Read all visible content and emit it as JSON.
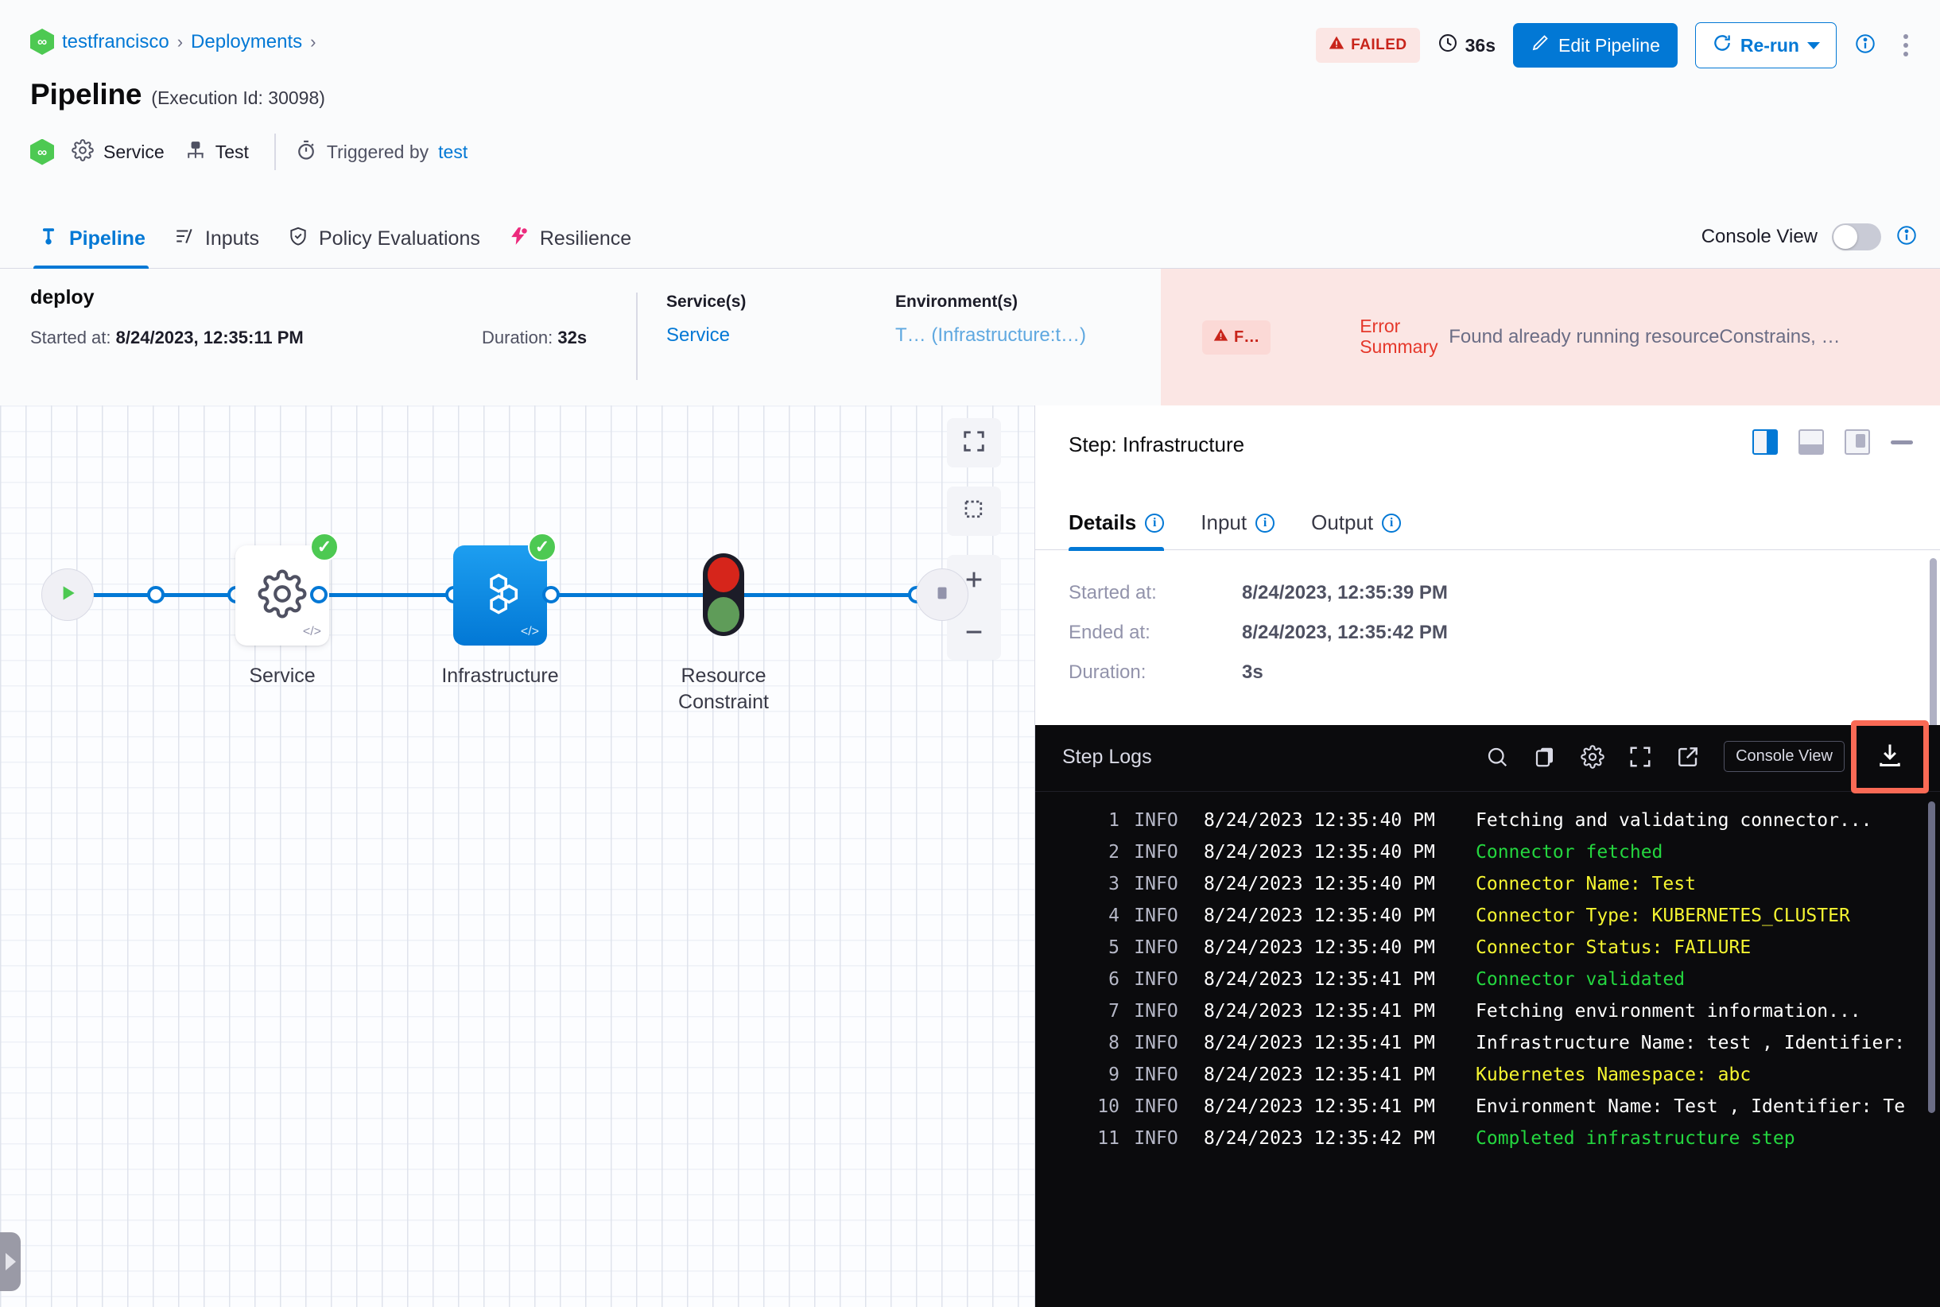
{
  "header": {
    "breadcrumb": [
      {
        "label": "testfrancisco",
        "icon": "harness-hex-icon"
      },
      {
        "label": "Deployments"
      }
    ],
    "separator": "›",
    "title": "Pipeline",
    "execution_id_text": "(Execution Id: 30098)",
    "meta": {
      "service_label": "Service",
      "service_icon": "gear-icon",
      "env_label": "Test",
      "env_icon": "infrastructure-icon",
      "trigger_icon": "stopwatch-icon",
      "trigger_prefix": "Triggered by",
      "trigger_user": "test"
    },
    "status_badge": {
      "label": "FAILED",
      "icon": "warning-triangle-icon",
      "color": "#c8241a",
      "bg": "#fbe6e4"
    },
    "duration": {
      "value": "36s",
      "icon": "clock-icon"
    },
    "edit_button": {
      "label": "Edit Pipeline",
      "icon": "pencil-icon",
      "color": "#0278d5"
    },
    "rerun_button": {
      "label": "Re-run",
      "icon": "refresh-icon"
    },
    "info_icon": "info-circle-icon",
    "more_icon": "kebab-menu-icon"
  },
  "tabs": [
    {
      "label": "Pipeline",
      "icon": "pipeline-icon",
      "active": true
    },
    {
      "label": "Inputs",
      "icon": "inputs-icon",
      "active": false
    },
    {
      "label": "Policy Evaluations",
      "icon": "shield-check-icon",
      "active": false
    },
    {
      "label": "Resilience",
      "icon": "resilience-icon",
      "active": false
    }
  ],
  "console_view": {
    "label": "Console View",
    "enabled": false,
    "info_icon": "info-circle-icon"
  },
  "stage": {
    "name": "deploy",
    "started_label": "Started at:",
    "started_value": "8/24/2023, 12:35:11 PM",
    "duration_label": "Duration:",
    "duration_value": "32s",
    "services_header": "Service(s)",
    "services_value": "Service",
    "environments_header": "Environment(s)",
    "environments_value": "T… (Infrastructure:t…)",
    "error": {
      "badge": "F…",
      "badge_icon": "warning-triangle-icon",
      "label": "Error Summary",
      "text": "Found already running resourceConstrains, …"
    }
  },
  "canvas": {
    "controls": [
      {
        "name": "fit-to-screen-button",
        "icon": "expand-corners-icon"
      },
      {
        "name": "zoom-to-selection-button",
        "icon": "dashed-square-icon"
      },
      {
        "name": "zoom-in-button",
        "icon": "plus-icon"
      },
      {
        "name": "zoom-out-button",
        "icon": "minus-icon"
      }
    ],
    "nodes": [
      {
        "label": "Service",
        "type": "gear",
        "status": "success"
      },
      {
        "label": "Infrastructure",
        "type": "infrastructure",
        "status": "success",
        "selected": true
      },
      {
        "label": "Resource\nConstraint",
        "type": "traffic-light",
        "status": "none"
      }
    ],
    "start_icon": "play-icon",
    "end_icon": "stop-icon",
    "drawer_handle_icon": "chevron-right-icon"
  },
  "step_panel": {
    "title": "Step: Infrastructure",
    "layout_icons": [
      {
        "name": "layout-right-split-icon",
        "active": true
      },
      {
        "name": "layout-bottom-split-icon",
        "active": false
      },
      {
        "name": "layout-float-icon",
        "active": false
      }
    ],
    "minimize_icon": "minimize-icon",
    "tabs": [
      {
        "label": "Details",
        "active": true,
        "info_icon": "info-circle-icon"
      },
      {
        "label": "Input",
        "active": false,
        "info_icon": "info-circle-icon"
      },
      {
        "label": "Output",
        "active": false,
        "info_icon": "info-circle-icon"
      }
    ],
    "details": [
      {
        "key": "Started at:",
        "value": "8/24/2023, 12:35:39 PM"
      },
      {
        "key": "Ended at:",
        "value": "8/24/2023, 12:35:42 PM"
      },
      {
        "key": "Duration:",
        "value": "3s"
      }
    ]
  },
  "logs": {
    "title": "Step Logs",
    "tools": [
      {
        "name": "search-icon"
      },
      {
        "name": "copy-icon"
      },
      {
        "name": "settings-gear-icon"
      },
      {
        "name": "fullscreen-icon"
      },
      {
        "name": "open-external-icon"
      }
    ],
    "console_view_pill": "Console View",
    "download_button": {
      "name": "download-icon",
      "highlighted": true,
      "highlight_color": "#fa6a55"
    },
    "lines": [
      {
        "n": "1",
        "level": "INFO",
        "ts": "8/24/2023 12:35:40 PM",
        "msg": "Fetching and validating connector...",
        "color": "white"
      },
      {
        "n": "2",
        "level": "INFO",
        "ts": "8/24/2023 12:35:40 PM",
        "msg": "Connector fetched",
        "color": "green"
      },
      {
        "n": "3",
        "level": "INFO",
        "ts": "8/24/2023 12:35:40 PM",
        "msg": "Connector Name: Test",
        "color": "yellow"
      },
      {
        "n": "4",
        "level": "INFO",
        "ts": "8/24/2023 12:35:40 PM",
        "msg": "Connector Type: KUBERNETES_CLUSTER",
        "color": "yellow"
      },
      {
        "n": "5",
        "level": "INFO",
        "ts": "8/24/2023 12:35:40 PM",
        "msg": "Connector Status: FAILURE",
        "color": "yellow"
      },
      {
        "n": "6",
        "level": "INFO",
        "ts": "8/24/2023 12:35:41 PM",
        "msg": "Connector validated",
        "color": "green"
      },
      {
        "n": "7",
        "level": "INFO",
        "ts": "8/24/2023 12:35:41 PM",
        "msg": "Fetching environment information...",
        "color": "white"
      },
      {
        "n": "8",
        "level": "INFO",
        "ts": "8/24/2023 12:35:41 PM",
        "msg": "Infrastructure Name: test , Identifier:",
        "color": "white"
      },
      {
        "n": "9",
        "level": "INFO",
        "ts": "8/24/2023 12:35:41 PM",
        "msg": "Kubernetes Namespace: abc",
        "color": "yellow"
      },
      {
        "n": "10",
        "level": "INFO",
        "ts": "8/24/2023 12:35:41 PM",
        "msg": "Environment Name: Test , Identifier: Te",
        "color": "white"
      },
      {
        "n": "11",
        "level": "INFO",
        "ts": "8/24/2023 12:35:42 PM",
        "msg": "Completed infrastructure step",
        "color": "green"
      }
    ]
  }
}
